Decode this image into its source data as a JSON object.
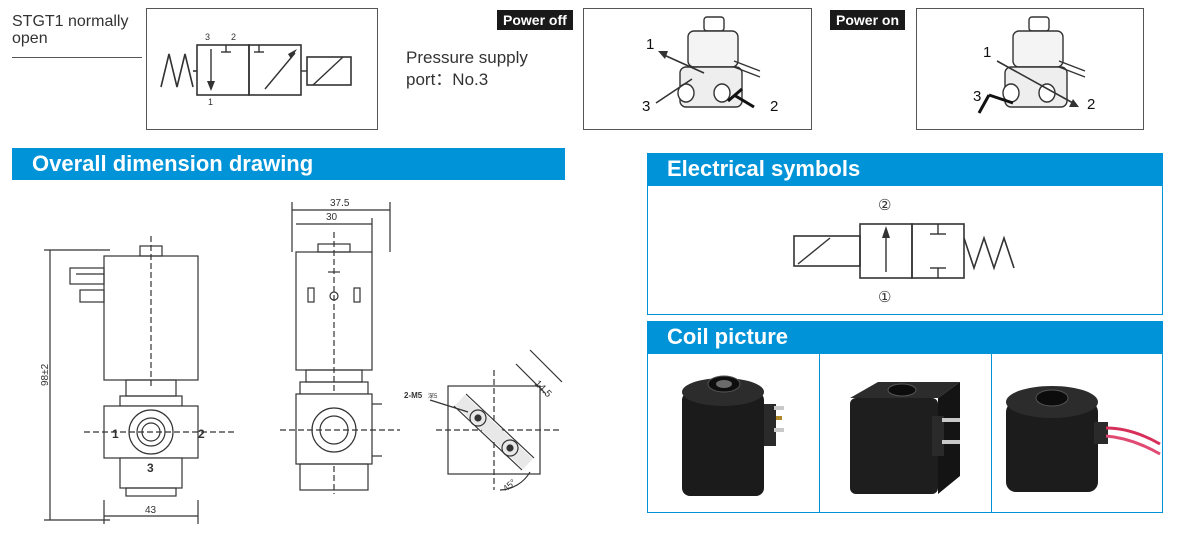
{
  "top": {
    "valve_name": "STGT1 normally",
    "valve_name_2": "open",
    "symbol_ports": {
      "p3": "3",
      "p2": "2",
      "p1": "1"
    },
    "pressure_line1": "Pressure supply",
    "pressure_line2": "port：No.3",
    "power_off": {
      "tag": "Power off",
      "port1": "1",
      "port3": "3",
      "port2": "2"
    },
    "power_on": {
      "tag": "Power on",
      "port1": "1",
      "port3": "3",
      "port2": "2"
    }
  },
  "dimension": {
    "title": "Overall dimension drawing",
    "height": "98±2",
    "width_front": "43",
    "port1": "1",
    "port2": "2",
    "port3": "3",
    "width_side_total": "37.5",
    "width_side_inner": "30",
    "thread": "2-M5",
    "thread_depth": "深5",
    "spacing": "14.5",
    "angle": "45°"
  },
  "electrical": {
    "title": "Electrical symbols",
    "port_top": "②",
    "port_bottom": "①"
  },
  "coil": {
    "title": "Coil picture",
    "photos": [
      "coil-photo-1",
      "coil-photo-2",
      "coil-photo-3"
    ]
  },
  "colors": {
    "accent": "#0093d8",
    "tag_bg": "#1a1a1a",
    "line": "#333333"
  }
}
